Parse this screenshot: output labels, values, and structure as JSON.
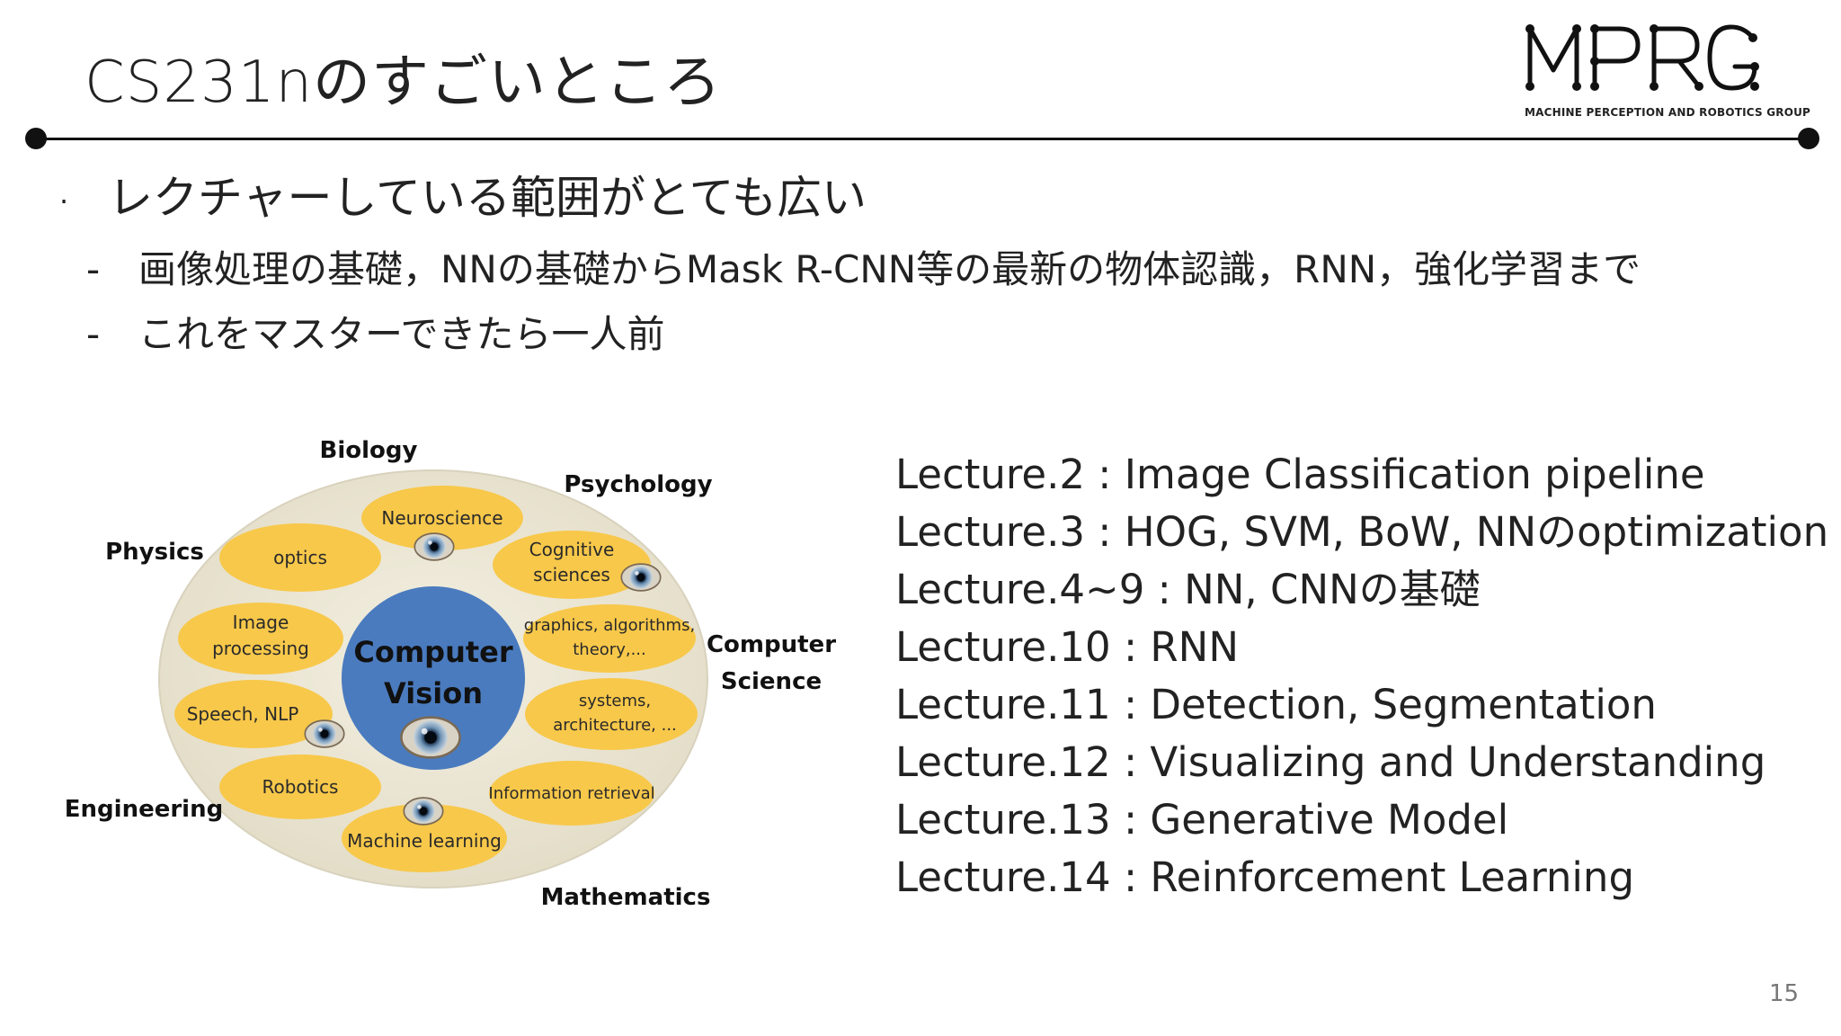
{
  "title": "CS231nのすごいところ",
  "logo": {
    "wordmark": "MPRG",
    "caption": "MACHINE PERCEPTION AND ROBOTICS GROUP"
  },
  "bullets": {
    "main": "レクチャーしている範囲がとても広い",
    "main_marker": "·",
    "sub_marker": "-",
    "sub": [
      "画像処理の基礎，NNの基礎からMask R-CNN等の最新の物体認識，RNN，強化学習まで",
      "これをマスターできたら一人前"
    ]
  },
  "diagram": {
    "center": [
      "Computer",
      "Vision"
    ],
    "fields": [
      "Biology",
      "Psychology",
      "Physics",
      [
        "Computer",
        "Science"
      ],
      "Engineering",
      "Mathematics"
    ],
    "topics": [
      [
        "Neuroscience"
      ],
      [
        "optics"
      ],
      [
        "Cognitive",
        "sciences"
      ],
      [
        "Image",
        "processing"
      ],
      [
        "graphics, algorithms,",
        "theory,..."
      ],
      [
        "Speech, NLP"
      ],
      [
        "systems,",
        "architecture, ..."
      ],
      [
        "Robotics"
      ],
      [
        "Information retrieval"
      ],
      [
        "Machine learning"
      ]
    ],
    "colors": {
      "disc": "#ede8d6",
      "topic": "#f8c84a",
      "center": "#4a7bbf"
    }
  },
  "lectures": [
    "Lecture.2 : Image Classification pipeline",
    "Lecture.3 : HOG, SVM, BoW, NNのoptimization",
    "Lecture.4~9 : NN, CNNの基礎",
    "Lecture.10 : RNN",
    "Lecture.11 : Detection, Segmentation",
    "Lecture.12 : Visualizing and Understanding",
    "Lecture.13 : Generative Model",
    "Lecture.14 : Reinforcement Learning"
  ],
  "page_number": "15"
}
